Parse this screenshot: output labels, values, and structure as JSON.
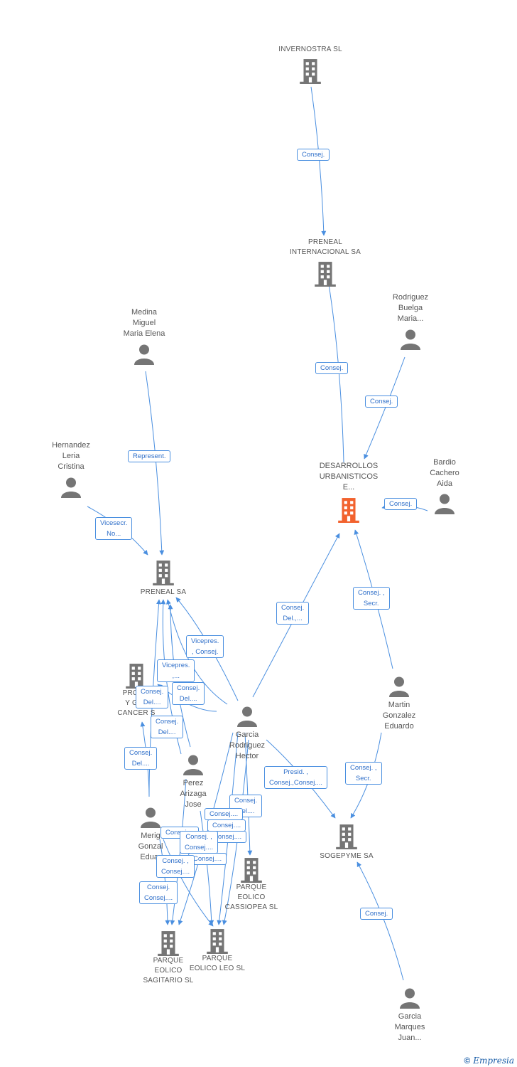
{
  "colors": {
    "edge": "#4a8fe0",
    "company": "#757575",
    "person": "#757575",
    "focus": "#f2622e"
  },
  "nodes": {
    "invernostra": {
      "label": "INVERNOSTRA SL",
      "kind": "company"
    },
    "preneal_internacional": {
      "label": "PRENEAL\nINTERNACIONAL SA",
      "kind": "company"
    },
    "rodriguez_buelga": {
      "label": "Rodriguez\nBuelga\nMaria...",
      "kind": "person"
    },
    "medina_miguel": {
      "label": "Medina\nMiguel\nMaria Elena",
      "kind": "person"
    },
    "hernandez_leria": {
      "label": "Hernandez\nLeria\nCristina",
      "kind": "person"
    },
    "desarrollos": {
      "label": "DESARROLLOS\nURBANISTICOS\nE...",
      "kind": "focus"
    },
    "bardio_cachero": {
      "label": "Bardio\nCachero\nAida",
      "kind": "person"
    },
    "preneal_sa": {
      "label": "PRENEAL SA",
      "kind": "company"
    },
    "promo_cancer": {
      "label": "PROMO\nY GES\nCANCER S",
      "kind": "company"
    },
    "martin_gonzalez": {
      "label": "Martin\nGonzalez\nEduardo",
      "kind": "person"
    },
    "garcia_rodriguez": {
      "label": "Garcia\nRodriguez\nHector",
      "kind": "person"
    },
    "perez_arizaga": {
      "label": "Perez\nArizaga\nJose",
      "kind": "person"
    },
    "merig_gonzal": {
      "label": "Merig\nGonzal\nEduar",
      "kind": "person"
    },
    "sogepyme": {
      "label": "SOGEPYME SA",
      "kind": "company"
    },
    "parque_cassiopea": {
      "label": "PARQUE\nEOLICO\nCASSIOPEA SL",
      "kind": "company"
    },
    "parque_leo": {
      "label": "PARQUE\nEOLICO LEO SL",
      "kind": "company"
    },
    "parque_sagitario": {
      "label": "PARQUE\nEOLICO\nSAGITARIO SL",
      "kind": "company"
    },
    "garcia_marques": {
      "label": "Garcia\nMarques\nJuan...",
      "kind": "person"
    }
  },
  "edges": [
    {
      "id": "e1",
      "label": "Consej."
    },
    {
      "id": "e2",
      "label": "Consej."
    },
    {
      "id": "e3",
      "label": "Consej."
    },
    {
      "id": "e4",
      "label": "Consej."
    },
    {
      "id": "e5",
      "label": "Represent."
    },
    {
      "id": "e6",
      "label": "Vicesecr.\nNo..."
    },
    {
      "id": "e7",
      "label": "Consej.\nDel.,..."
    },
    {
      "id": "e8",
      "label": "Consej. ,\nSecr."
    },
    {
      "id": "e9",
      "label": "Vicepres.\n, Consej."
    },
    {
      "id": "e10",
      "label": "Vicepres.\n,..."
    },
    {
      "id": "e11",
      "label": "Consej.\nDel...."
    },
    {
      "id": "e12",
      "label": "Consej.\nDel...."
    },
    {
      "id": "e13",
      "label": "Consej.\nDel...."
    },
    {
      "id": "e14",
      "label": "Consej.\nDel...."
    },
    {
      "id": "e15",
      "label": "Presid. ,\nConsej.,Consej...."
    },
    {
      "id": "e16",
      "label": "Consej. ,\nSecr."
    },
    {
      "id": "e17",
      "label": "Consej."
    },
    {
      "id": "e18",
      "label": "Consej.\nDel...."
    },
    {
      "id": "e19",
      "label": "Consej...."
    },
    {
      "id": "e20",
      "label": "Consej. ,\nConsej...."
    },
    {
      "id": "e21",
      "label": "Consej. ,\nConsej...."
    },
    {
      "id": "e22",
      "label": "Consej.\nConsej...."
    },
    {
      "id": "e23",
      "label": "Consej...."
    },
    {
      "id": "e24",
      "label": "Consej...."
    },
    {
      "id": "e25",
      "label": "Consej...."
    },
    {
      "id": "e26",
      "label": "Consej...."
    }
  ],
  "footer": {
    "copyright": "©",
    "brand": "Empresia"
  }
}
